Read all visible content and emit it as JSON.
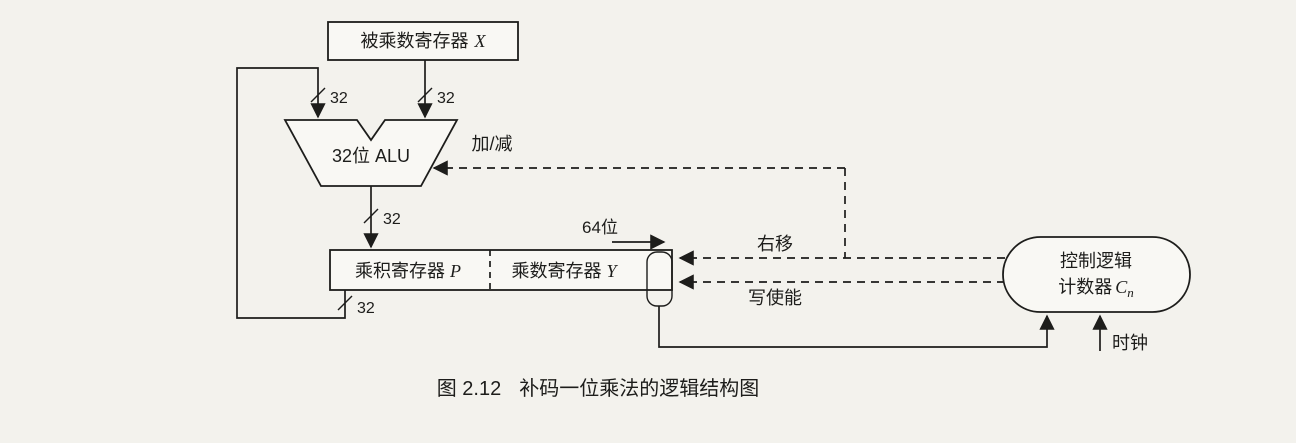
{
  "diagram": {
    "multiplicand_register": {
      "label": "被乘数寄存器",
      "variable": "X"
    },
    "alu": {
      "label": "32位 ALU"
    },
    "bus_widths": {
      "alu_left_input": "32",
      "alu_right_input": "32",
      "alu_output": "32",
      "register_feedback": "32"
    },
    "product_register": {
      "width_label": "64位",
      "product_part": {
        "label": "乘积寄存器",
        "variable": "P"
      },
      "multiplier_part": {
        "label": "乘数寄存器",
        "variable": "Y"
      }
    },
    "control_logic": {
      "line1": "控制逻辑",
      "line2_label": "计数器",
      "variable": "C",
      "subscript": "n"
    },
    "signals": {
      "add_subtract": "加/减",
      "shift_right": "右移",
      "write_enable": "写使能",
      "clock": "时钟"
    },
    "caption": {
      "number": "图 2.12",
      "title": "补码一位乘法的逻辑结构图"
    }
  },
  "colors": {
    "ink": "#1d1d1b",
    "paper": "#f3f2ed"
  }
}
